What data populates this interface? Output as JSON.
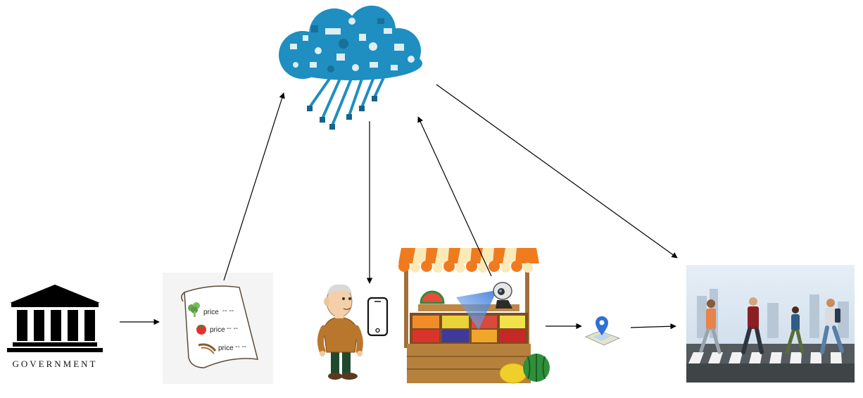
{
  "nodes": {
    "government": {
      "label": "GOVERNMENT",
      "icon": "government-building-icon"
    },
    "price_list": {
      "icon": "price-list-paper-icon",
      "rows": [
        {
          "item_icon": "broccoli-icon",
          "text": "price",
          "dashes": "-- --"
        },
        {
          "item_icon": "tomato-icon",
          "text": "price",
          "dashes": "-- --"
        },
        {
          "item_icon": "grain-icon",
          "text": "price",
          "dashes": "-- --"
        }
      ]
    },
    "cloud": {
      "icon": "cloud-network-icon"
    },
    "vendor": {
      "icon": "elderly-vendor-icon"
    },
    "phone": {
      "icon": "smartphone-icon"
    },
    "stall": {
      "icon": "fruit-stall-icon",
      "camera_icon": "webcam-icon"
    },
    "location": {
      "icon": "map-location-pin-icon"
    },
    "pedestrians": {
      "icon": "pedestrians-crossing-photo"
    }
  },
  "colors": {
    "cloud": "#1f8ec0",
    "cloud_dark": "#16648c",
    "awning_orange": "#f07a1e",
    "awning_light": "#fce9b8",
    "wood": "#b5813c",
    "sky": "#cfe0ef",
    "pin": "#2f6fd6"
  }
}
